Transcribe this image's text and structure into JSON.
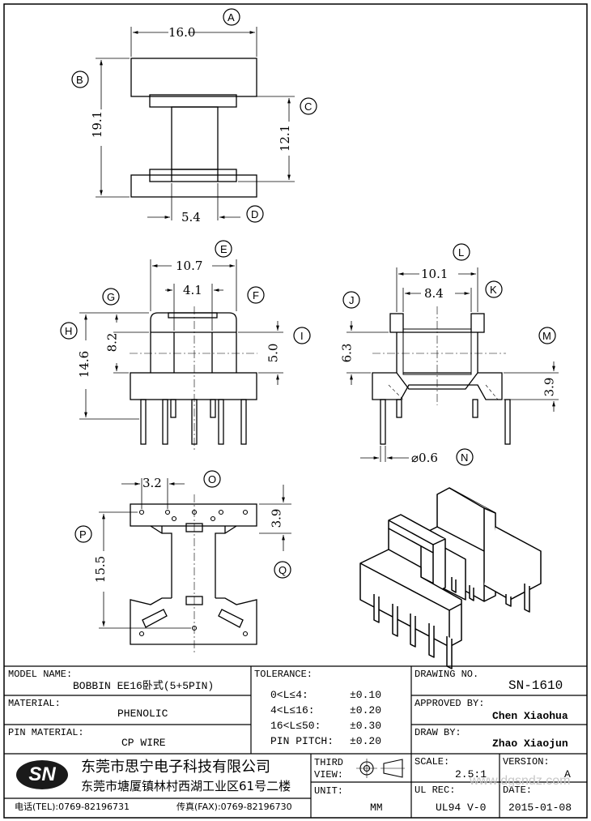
{
  "dimensions": {
    "A": "16.0",
    "B": "19.1",
    "C": "12.1",
    "D": "5.4",
    "E": "10.7",
    "F": "4.1",
    "G": "8.2",
    "H": "14.6",
    "I": "5.0",
    "L": "10.1",
    "K": "8.4",
    "J": "6.3",
    "M": "3.9",
    "N": "⌀0.6",
    "O": "3.2",
    "P": "15.5",
    "Q": "3.9"
  },
  "callouts": [
    "A",
    "B",
    "C",
    "D",
    "E",
    "F",
    "G",
    "H",
    "I",
    "J",
    "K",
    "L",
    "M",
    "N",
    "O",
    "P",
    "Q"
  ],
  "title_block": {
    "model_name_label": "MODEL NAME:",
    "model_name_value": "BOBBIN EE16卧式(5+5PIN)",
    "material_label": "MATERIAL:",
    "material_value": "PHENOLIC",
    "pin_material_label": "PIN MATERIAL:",
    "pin_material_value": "CP WIRE",
    "tolerance_label": "TOLERANCE:",
    "tolerance_rows": [
      {
        "range": "0<L≤4:",
        "value": "±0.10"
      },
      {
        "range": "4<L≤16:",
        "value": "±0.20"
      },
      {
        "range": "16<L≤50:",
        "value": "±0.30"
      },
      {
        "range": "PIN PITCH:",
        "value": "±0.20"
      }
    ],
    "drawing_no_label": "DRAWING NO.",
    "drawing_no_value": "SN-1610",
    "approved_by_label": "APPROVED BY:",
    "approved_by_value": "Chen Xiaohua",
    "draw_by_label": "DRAW BY:",
    "draw_by_value": "Zhao Xiaojun",
    "third_view_label_1": "THIRD",
    "third_view_label_2": "VIEW:",
    "unit_label": "UNIT:",
    "unit_value": "MM",
    "scale_label": "SCALE:",
    "scale_value": "2.5:1",
    "version_label": "VERSION:",
    "version_value": "A",
    "ul_rec_label": "UL REC:",
    "ul_rec_value": "UL94 V-0",
    "date_label": "DATE:",
    "date_value": "2015-01-08"
  },
  "company": {
    "logo": "SN",
    "name": "东莞市思宁电子科技有限公司",
    "address": "东莞市塘厦镇林村西湖工业区61号二楼",
    "tel": "电话(TEL):0769-82196731",
    "fax": "传真(FAX):0769-82196730"
  },
  "watermark": "www.dgsndz.com"
}
